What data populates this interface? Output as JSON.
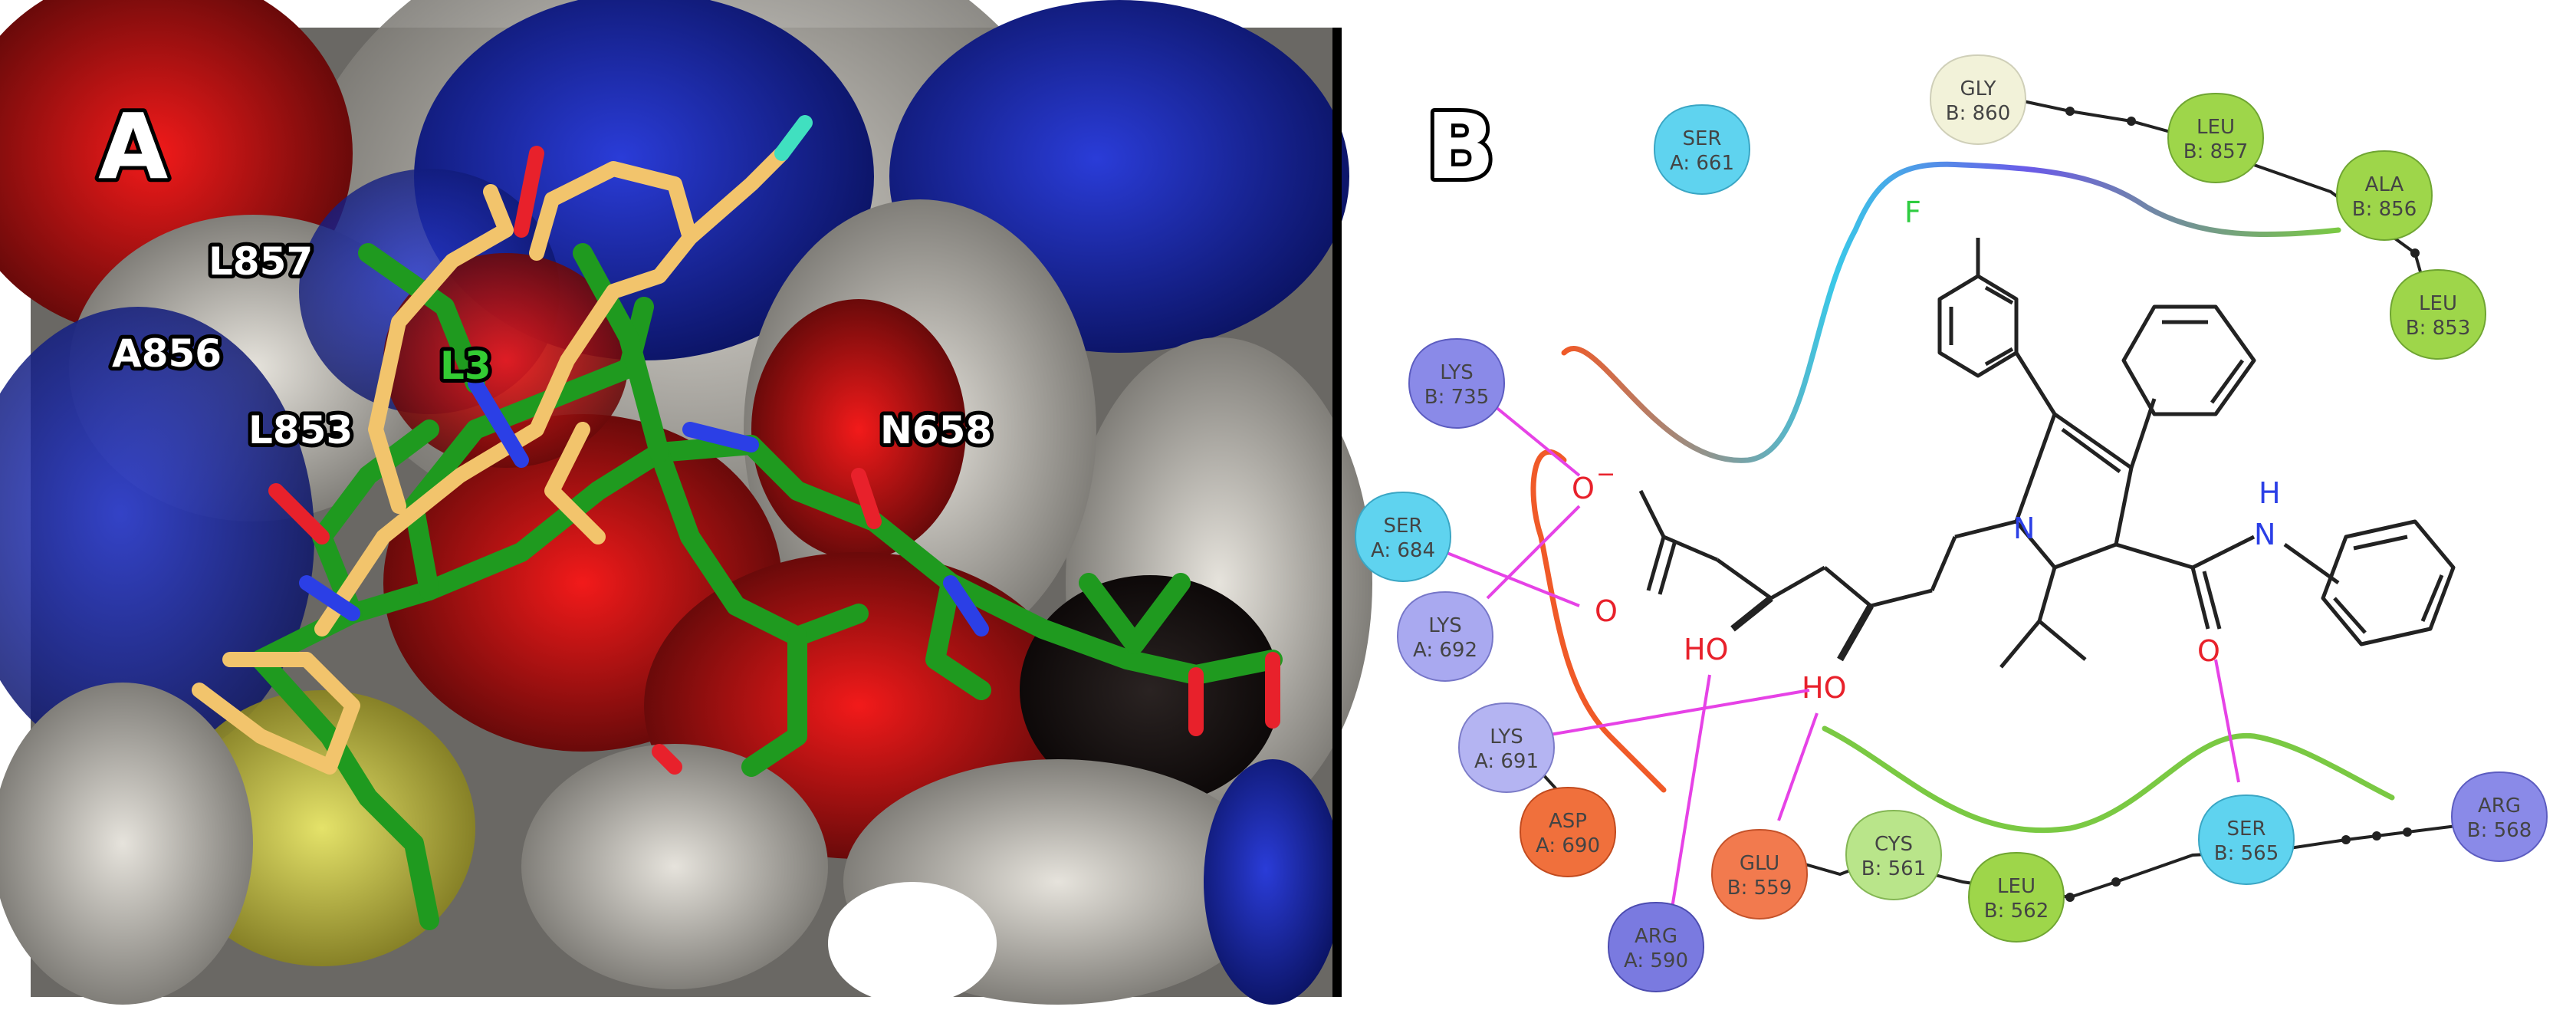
{
  "panel_a": {
    "letter": "A",
    "labels": [
      {
        "id": "L857",
        "text": "L857",
        "color": "#ffffff"
      },
      {
        "id": "A856",
        "text": "A856",
        "color": "#ffffff"
      },
      {
        "id": "L853",
        "text": "L853",
        "color": "#ffffff"
      },
      {
        "id": "L3",
        "text": "L3",
        "color": "#33cc33"
      },
      {
        "id": "N658",
        "text": "N658",
        "color": "#ffffff"
      }
    ]
  },
  "panel_b": {
    "letter": "B",
    "residues": [
      {
        "id": "gly860",
        "name": "GLY",
        "chain": "B: 860",
        "color": "#f2f2d9"
      },
      {
        "id": "leu857",
        "name": "LEU",
        "chain": "B: 857",
        "color": "#9ed64a"
      },
      {
        "id": "ala856",
        "name": "ALA",
        "chain": "B: 856",
        "color": "#9ed64a"
      },
      {
        "id": "leu853",
        "name": "LEU",
        "chain": "B: 853",
        "color": "#9ed64a"
      },
      {
        "id": "ser661",
        "name": "SER",
        "chain": "A: 661",
        "color": "#5fd3ef"
      },
      {
        "id": "lys735",
        "name": "LYS",
        "chain": "B: 735",
        "color": "#8a8ae8"
      },
      {
        "id": "ser684",
        "name": "SER",
        "chain": "A: 684",
        "color": "#5fd3ef"
      },
      {
        "id": "lys692",
        "name": "LYS",
        "chain": "A: 692",
        "color": "#a9a9f0"
      },
      {
        "id": "lys691",
        "name": "LYS",
        "chain": "A: 691",
        "color": "#b4b4f2"
      },
      {
        "id": "asp690",
        "name": "ASP",
        "chain": "A: 690",
        "color": "#f0703c"
      },
      {
        "id": "arg590",
        "name": "ARG",
        "chain": "A: 590",
        "color": "#7a7ae0"
      },
      {
        "id": "glu559",
        "name": "GLU",
        "chain": "B: 559",
        "color": "#f27a4e"
      },
      {
        "id": "cys561",
        "name": "CYS",
        "chain": "B: 561",
        "color": "#b9e58a"
      },
      {
        "id": "leu562",
        "name": "LEU",
        "chain": "B: 562",
        "color": "#9ed64a"
      },
      {
        "id": "ser565",
        "name": "SER",
        "chain": "B: 565",
        "color": "#5fd3ef"
      },
      {
        "id": "arg568",
        "name": "ARG",
        "chain": "B: 568",
        "color": "#8a8ae8"
      }
    ],
    "atoms": {
      "fluorine": "F",
      "nitrogen": "N",
      "amide_n": "N",
      "amide_h": "H",
      "hydroxyl_1": "HO",
      "hydroxyl_2": "HO",
      "carboxylate_o": "O",
      "carboxylate_charge": "−",
      "carbonyl_o": "O",
      "amide_o": "O"
    },
    "colors": {
      "hbond": "#e642e6",
      "oxygen": "#e8212b",
      "fluorine": "#2ecc40",
      "nitrogen": "#2b3fe6",
      "hydrophobic": "#7ac943"
    }
  }
}
